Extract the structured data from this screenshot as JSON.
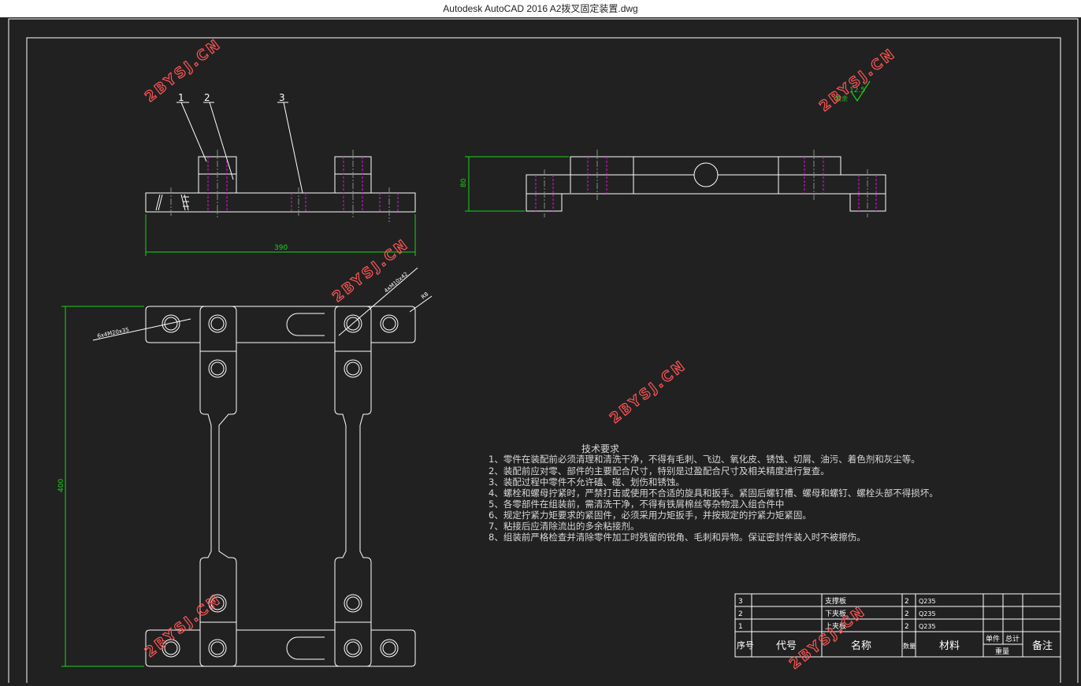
{
  "window": {
    "title": "Autodesk AutoCAD 2016     A2拨叉固定装置.dwg"
  },
  "drawing": {
    "balloons": [
      "1",
      "2",
      "3"
    ],
    "dims": {
      "top_length": "390",
      "side_height": "80",
      "plan_height": "400",
      "thread_note": "6x4M20x35",
      "angle_note": "4xM10x42",
      "small_note": "R8"
    },
    "roughness": {
      "value": "12.5",
      "label": "其余"
    },
    "watermark": "2BYSJ.CN",
    "tech": {
      "title": "技术要求",
      "lines": [
        "1、零件在装配前必须清理和清洗干净，不得有毛刺、飞边、氧化皮、锈蚀、切屑、油污、着色剂和灰尘等。",
        "2、装配前应对零、部件的主要配合尺寸，特别是过盈配合尺寸及相关精度进行复查。",
        "3、装配过程中零件不允许磕、碰、划伤和锈蚀。",
        "4、螺栓和螺母拧紧时，严禁打击或使用不合适的旋具和扳手。紧固后螺钉槽、螺母和螺钉、螺栓头部不得损坏。",
        "5、各零部件在组装前，需清洗干净，不得有铁屑棉丝等杂物混入组合件中",
        "6、规定拧紧力矩要求的紧固件，必须采用力矩扳手，并按规定的拧紧力矩紧固。",
        "7、粘接后应清除流出的多余粘接剂。",
        "8、组装前严格检查并清除零件加工时残留的锐角、毛刺和异物。保证密封件装入时不被擦伤。"
      ]
    },
    "bom": {
      "rows": [
        {
          "no": "3",
          "code": "",
          "name": "支撑板",
          "qty": "2",
          "material": "Q235"
        },
        {
          "no": "2",
          "code": "",
          "name": "下夹板",
          "qty": "2",
          "material": "Q235"
        },
        {
          "no": "1",
          "code": "",
          "name": "上夹板",
          "qty": "2",
          "material": "Q235"
        }
      ],
      "header": {
        "no": "序号",
        "code": "代号",
        "name": "名称",
        "qty": "数量",
        "material": "材料",
        "unit": "单件",
        "total": "总计",
        "weight": "重量",
        "remark": "备注"
      }
    }
  },
  "colors": {
    "background": "#212121",
    "lines": "#ffffff",
    "dimension": "#17d417",
    "hidden": "#d21bd2",
    "watermark": "#ff5555"
  }
}
